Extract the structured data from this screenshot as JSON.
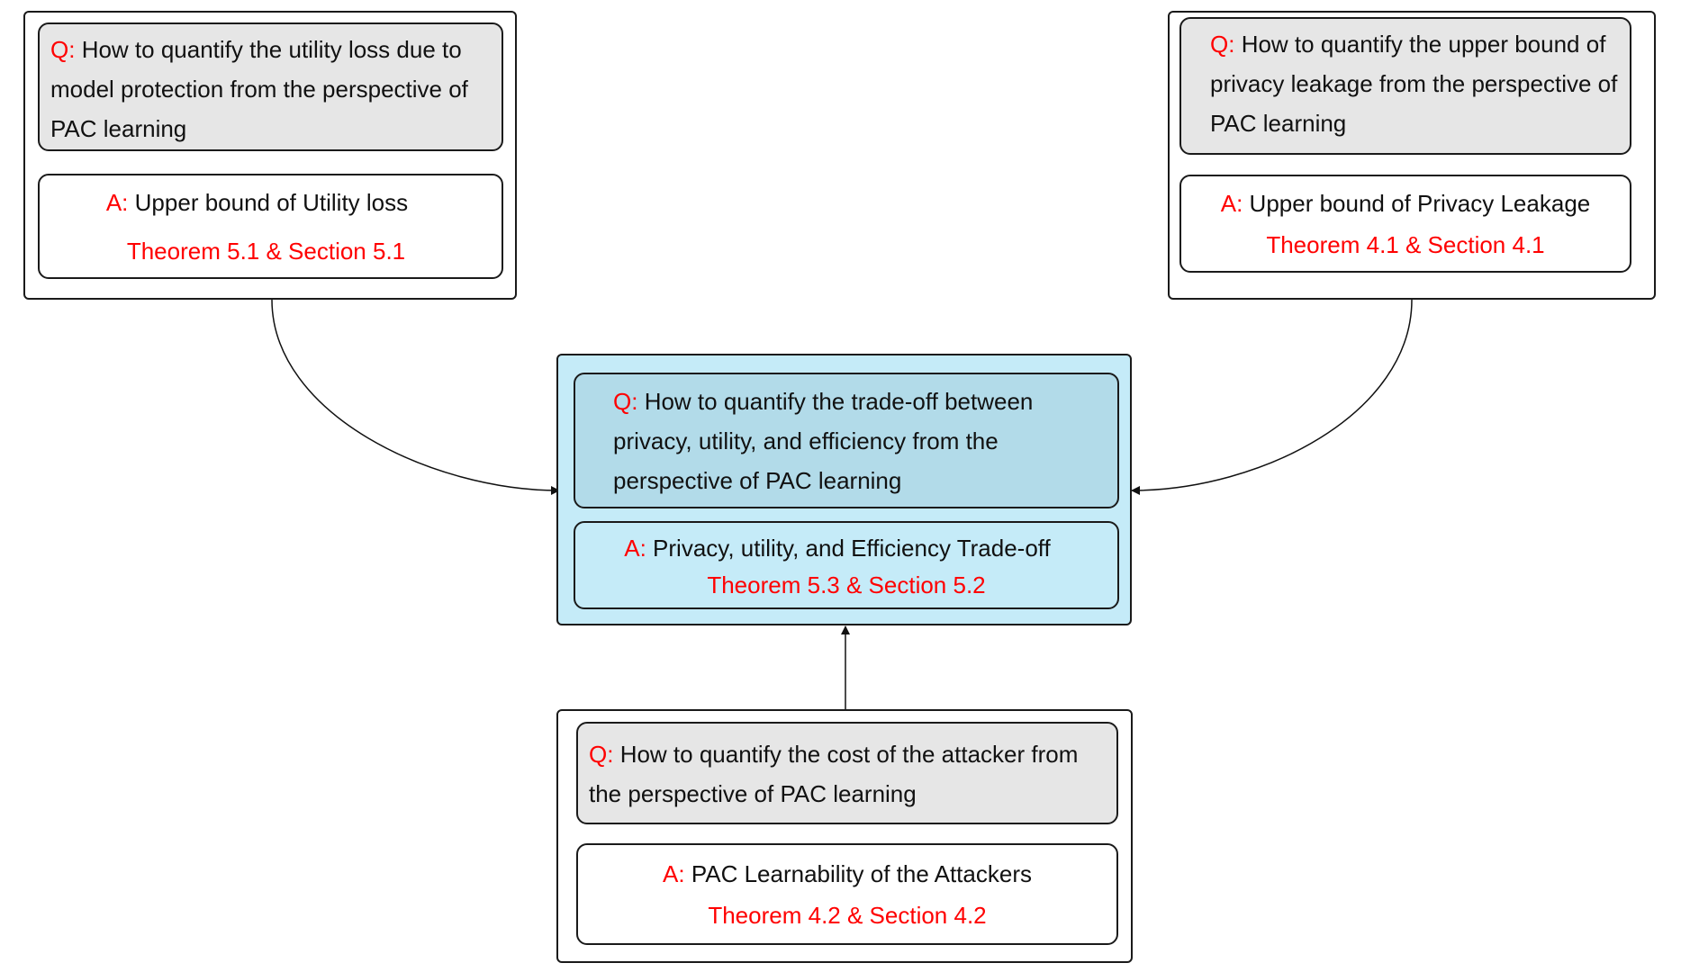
{
  "colors": {
    "accent_red": "#ff0000",
    "center_box_fill": "#c5ebf8",
    "center_question_fill": "#b2dbe9",
    "question_fill": "#e6e6e6",
    "border": "#1a1a1a"
  },
  "nodes": {
    "left": {
      "q_prefix": "Q:",
      "question": "How to quantify the utility loss due to model protection from the perspective of PAC learning",
      "a_prefix": "A:",
      "answer": "Upper bound of Utility loss",
      "ref": "Theorem 5.1 & Section 5.1"
    },
    "right": {
      "q_prefix": "Q:",
      "question": "How to quantify the upper bound of privacy leakage from the perspective of PAC learning",
      "a_prefix": "A:",
      "answer": "Upper bound of Privacy Leakage",
      "ref": "Theorem 4.1 & Section 4.1"
    },
    "center": {
      "q_prefix": "Q:",
      "question": "How to quantify the trade-off between privacy, utility, and efficiency from the perspective of PAC learning",
      "a_prefix": "A:",
      "answer": "Privacy, utility, and Efficiency Trade-off",
      "ref": "Theorem 5.3 & Section 5.2"
    },
    "bottom": {
      "q_prefix": "Q:",
      "question": "How to quantify the cost of the attacker from the perspective of PAC learning",
      "a_prefix": "A:",
      "answer": "PAC Learnability of the Attackers",
      "ref": "Theorem 4.2 & Section 4.2"
    }
  },
  "edges": [
    {
      "from": "left",
      "to": "center"
    },
    {
      "from": "right",
      "to": "center"
    },
    {
      "from": "bottom",
      "to": "center"
    }
  ]
}
